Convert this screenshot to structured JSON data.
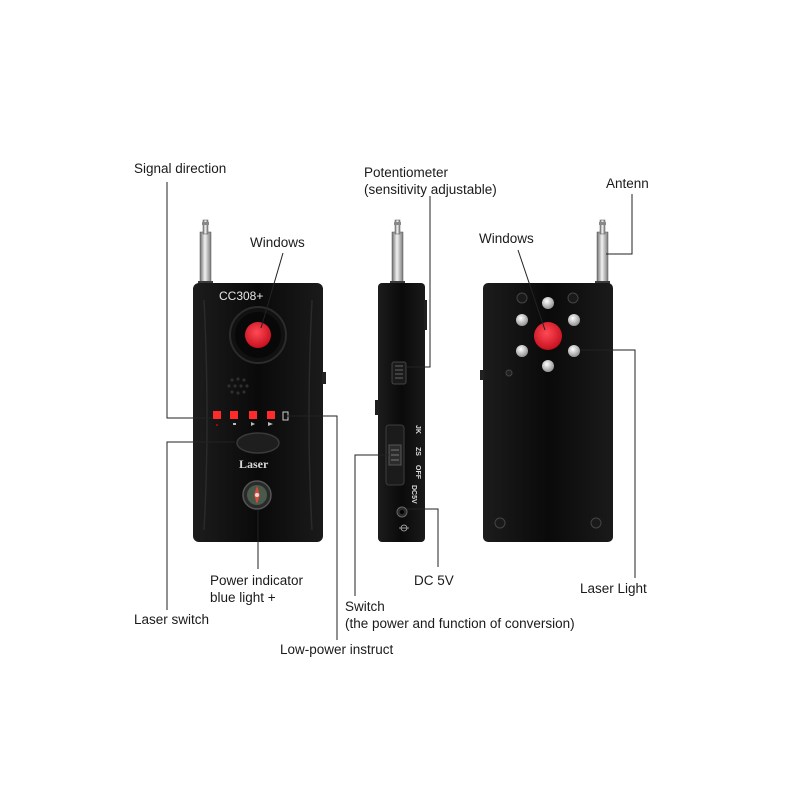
{
  "device": {
    "model": "CC308+",
    "button_text": "Laser",
    "switch_text_1": "JK",
    "switch_text_2": "ZS",
    "switch_text_3": "OFF",
    "port_text": "DC5V"
  },
  "labels": {
    "signal_direction": "Signal direction",
    "windows_front": "Windows",
    "potentiometer_line1": "Potentiometer",
    "potentiometer_line2": "(sensitivity adjustable)",
    "windows_back": "Windows",
    "antenn": "Antenn",
    "power_indicator_line1": "Power indicator",
    "power_indicator_line2": "blue light +",
    "dc5v": "DC 5V",
    "laser_light": "Laser Light",
    "switch_line1": "Switch",
    "switch_line2": "(the power and function of conversion)",
    "laser_switch": "Laser switch",
    "low_power": "Low-power instruct"
  },
  "colors": {
    "body": "#0d0d0d",
    "lens_red": "#e01b2e",
    "led_red": "#ff2a2a",
    "white_led": "#e8e8e8",
    "leader": "#222222"
  }
}
